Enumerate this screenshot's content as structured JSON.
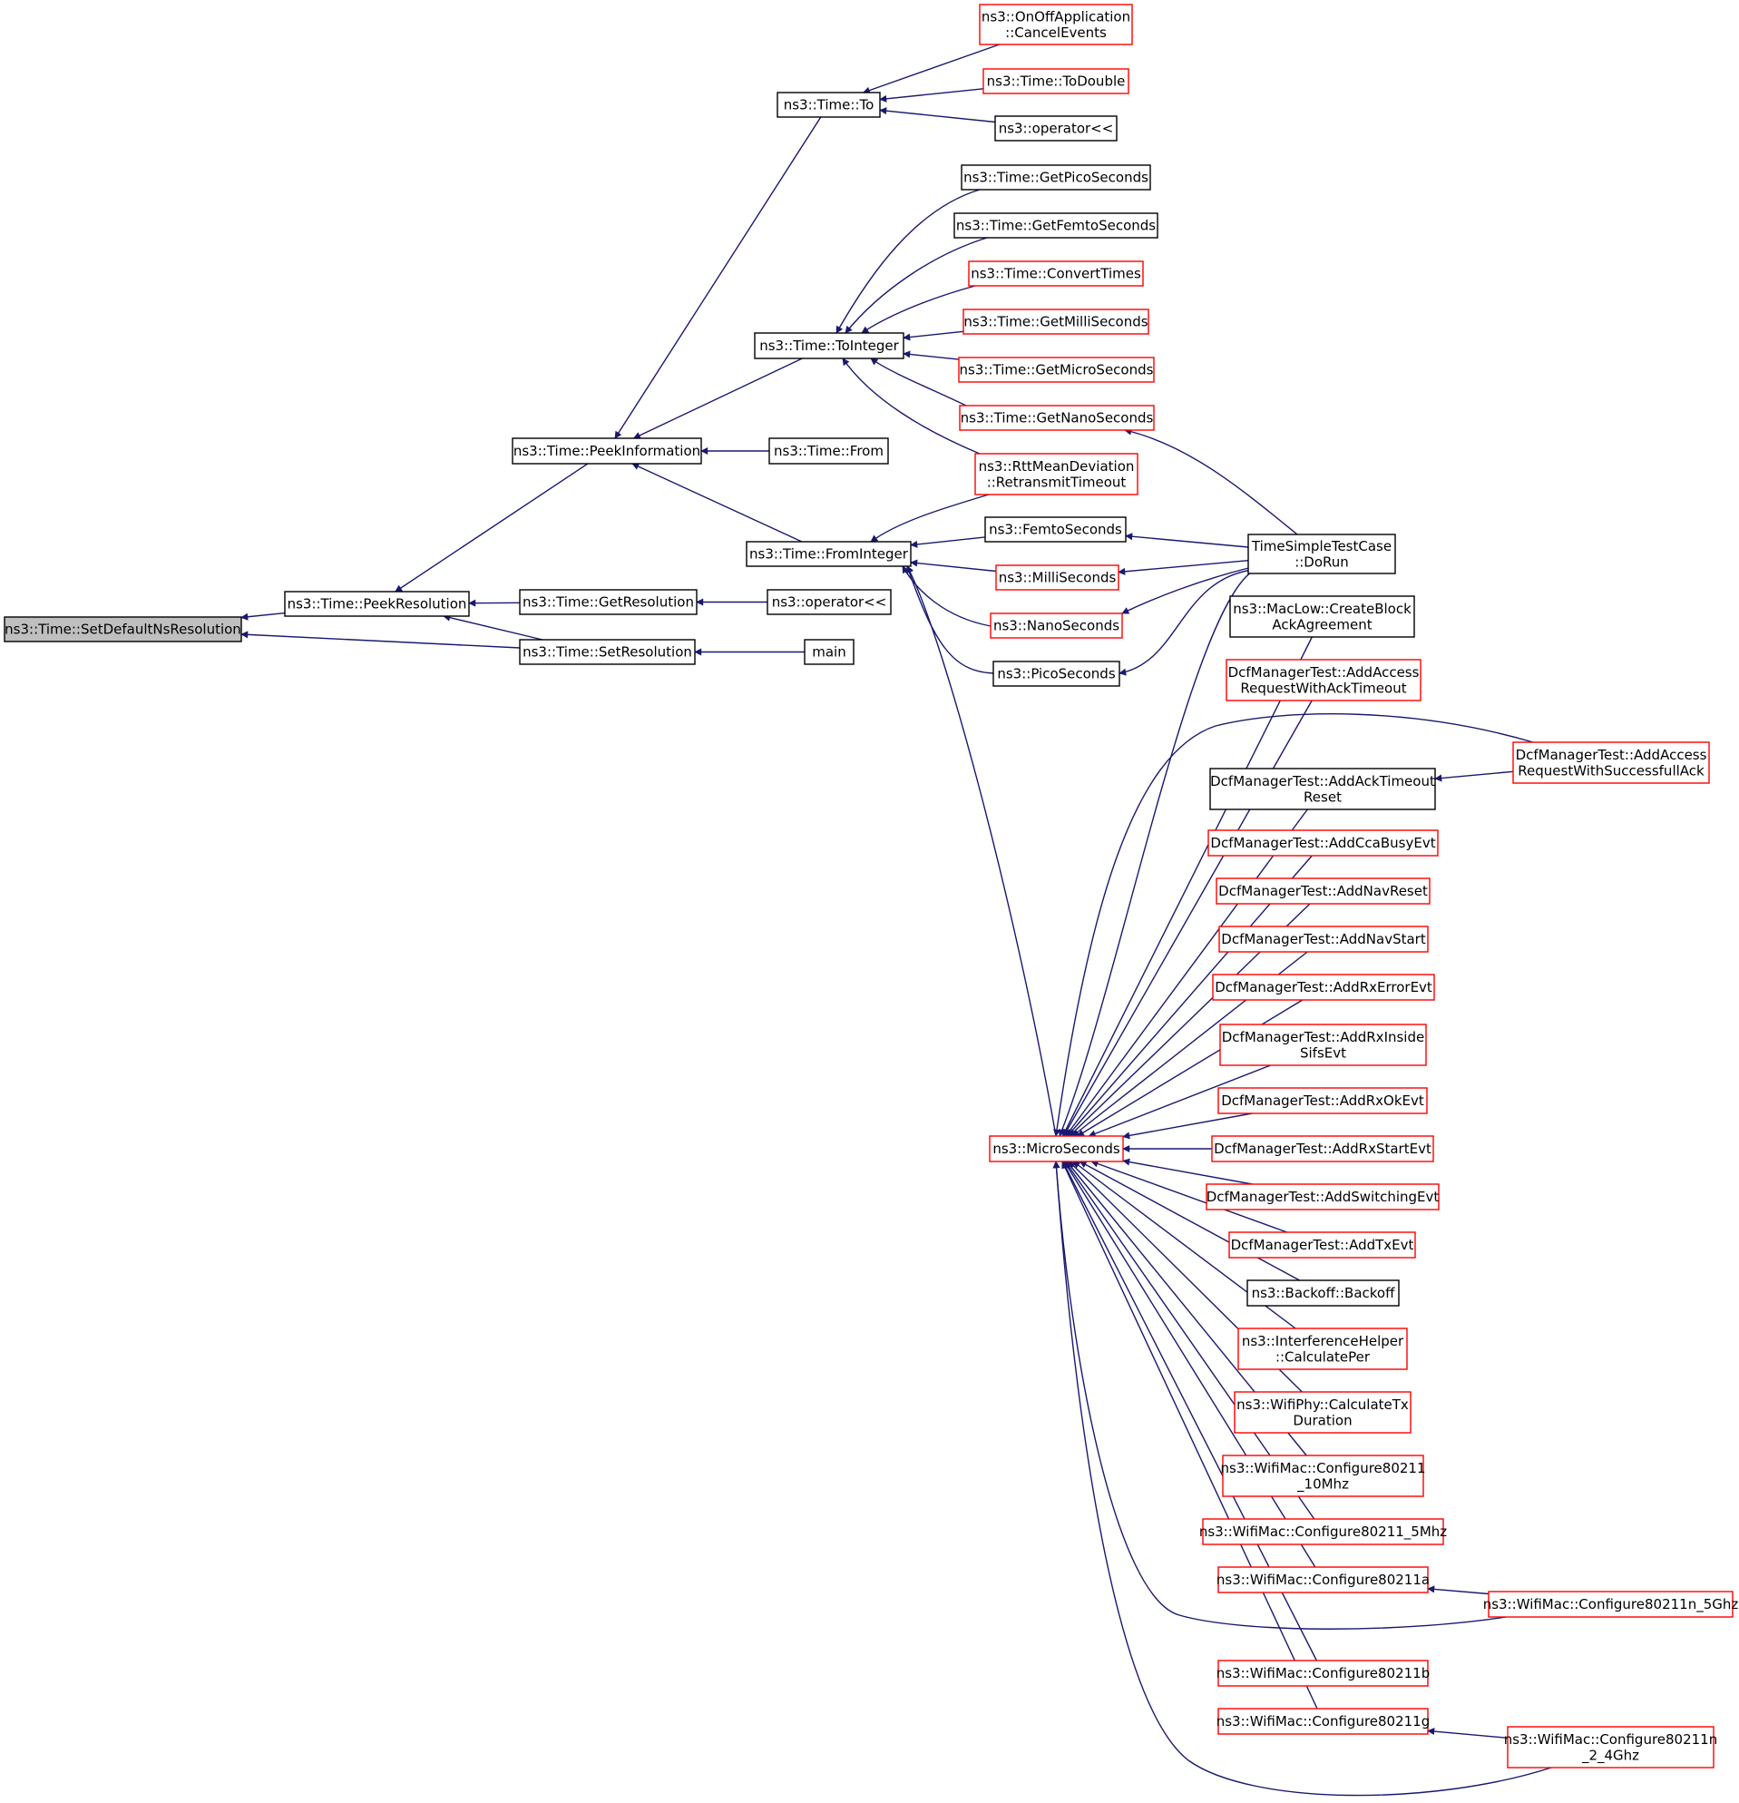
{
  "colors": {
    "edge": "#191970",
    "border_documented": "#000000",
    "border_undocumented": "#ff0000",
    "root_fill": "#bfbfbf",
    "node_fill": "#ffffff"
  },
  "nodes": {
    "root": {
      "lines": [
        "ns3::Time::SetDefaultNsResolution"
      ],
      "border": "black",
      "root": true
    },
    "peek_res": {
      "lines": [
        "ns3::Time::PeekResolution"
      ],
      "border": "black"
    },
    "get_res": {
      "lines": [
        "ns3::Time::GetResolution"
      ],
      "border": "black"
    },
    "set_res": {
      "lines": [
        "ns3::Time::SetResolution"
      ],
      "border": "black"
    },
    "op_shl_2": {
      "lines": [
        "ns3::operator<<"
      ],
      "border": "black"
    },
    "main": {
      "lines": [
        "main"
      ],
      "border": "black"
    },
    "peek_info": {
      "lines": [
        "ns3::Time::PeekInformation"
      ],
      "border": "black"
    },
    "from": {
      "lines": [
        "ns3::Time::From"
      ],
      "border": "black"
    },
    "to": {
      "lines": [
        "ns3::Time::To"
      ],
      "border": "black"
    },
    "to_integer": {
      "lines": [
        "ns3::Time::ToInteger"
      ],
      "border": "black"
    },
    "from_integer": {
      "lines": [
        "ns3::Time::FromInteger"
      ],
      "border": "black"
    },
    "onoff_cancel": {
      "lines": [
        "ns3::OnOffApplication",
        "::CancelEvents"
      ],
      "border": "red"
    },
    "to_double": {
      "lines": [
        "ns3::Time::ToDouble"
      ],
      "border": "red"
    },
    "op_shl_1": {
      "lines": [
        "ns3::operator<<"
      ],
      "border": "black"
    },
    "get_pico": {
      "lines": [
        "ns3::Time::GetPicoSeconds"
      ],
      "border": "black"
    },
    "get_femto": {
      "lines": [
        "ns3::Time::GetFemtoSeconds"
      ],
      "border": "black"
    },
    "convert_times": {
      "lines": [
        "ns3::Time::ConvertTimes"
      ],
      "border": "red"
    },
    "get_milli": {
      "lines": [
        "ns3::Time::GetMilliSeconds"
      ],
      "border": "red"
    },
    "get_micro": {
      "lines": [
        "ns3::Time::GetMicroSeconds"
      ],
      "border": "red"
    },
    "get_nano": {
      "lines": [
        "ns3::Time::GetNanoSeconds"
      ],
      "border": "red"
    },
    "rtt_mean": {
      "lines": [
        "ns3::RttMeanDeviation",
        "::RetransmitTimeout"
      ],
      "border": "red"
    },
    "femto_seconds": {
      "lines": [
        "ns3::FemtoSeconds"
      ],
      "border": "black"
    },
    "milli_seconds": {
      "lines": [
        "ns3::MilliSeconds"
      ],
      "border": "red"
    },
    "nano_seconds": {
      "lines": [
        "ns3::NanoSeconds"
      ],
      "border": "red"
    },
    "pico_seconds": {
      "lines": [
        "ns3::PicoSeconds"
      ],
      "border": "black"
    },
    "micro_seconds": {
      "lines": [
        "ns3::MicroSeconds"
      ],
      "border": "red"
    },
    "time_simple": {
      "lines": [
        "TimeSimpleTestCase",
        "::DoRun"
      ],
      "border": "black"
    },
    "maclow_cba": {
      "lines": [
        "ns3::MacLow::CreateBlock",
        "AckAgreement"
      ],
      "border": "black"
    },
    "dcf_add_access_timeout": {
      "lines": [
        "DcfManagerTest::AddAccess",
        "RequestWithAckTimeout"
      ],
      "border": "red"
    },
    "dcf_add_access_ack": {
      "lines": [
        "DcfManagerTest::AddAccess",
        "RequestWithSuccessfullAck"
      ],
      "border": "red"
    },
    "dcf_add_ack_timeout_reset": {
      "lines": [
        "DcfManagerTest::AddAckTimeout",
        "Reset"
      ],
      "border": "black"
    },
    "dcf_cca_busy": {
      "lines": [
        "DcfManagerTest::AddCcaBusyEvt"
      ],
      "border": "red"
    },
    "dcf_nav_reset": {
      "lines": [
        "DcfManagerTest::AddNavReset"
      ],
      "border": "red"
    },
    "dcf_nav_start": {
      "lines": [
        "DcfManagerTest::AddNavStart"
      ],
      "border": "red"
    },
    "dcf_rx_error": {
      "lines": [
        "DcfManagerTest::AddRxErrorEvt"
      ],
      "border": "red"
    },
    "dcf_rx_inside": {
      "lines": [
        "DcfManagerTest::AddRxInside",
        "SifsEvt"
      ],
      "border": "red"
    },
    "dcf_rx_ok": {
      "lines": [
        "DcfManagerTest::AddRxOkEvt"
      ],
      "border": "red"
    },
    "dcf_rx_start": {
      "lines": [
        "DcfManagerTest::AddRxStartEvt"
      ],
      "border": "red"
    },
    "dcf_switching": {
      "lines": [
        "DcfManagerTest::AddSwitchingEvt"
      ],
      "border": "red"
    },
    "dcf_tx": {
      "lines": [
        "DcfManagerTest::AddTxEvt"
      ],
      "border": "red"
    },
    "backoff": {
      "lines": [
        "ns3::Backoff::Backoff"
      ],
      "border": "black"
    },
    "interference_per": {
      "lines": [
        "ns3::InterferenceHelper",
        "::CalculatePer"
      ],
      "border": "red"
    },
    "wifiphy_tx": {
      "lines": [
        "ns3::WifiPhy::CalculateTx",
        "Duration"
      ],
      "border": "red"
    },
    "wifimac_10mhz": {
      "lines": [
        "ns3::WifiMac::Configure80211",
        "_10Mhz"
      ],
      "border": "red"
    },
    "wifimac_5mhz": {
      "lines": [
        "ns3::WifiMac::Configure80211_5Mhz"
      ],
      "border": "red"
    },
    "wifimac_a": {
      "lines": [
        "ns3::WifiMac::Configure80211a"
      ],
      "border": "red"
    },
    "wifimac_n5": {
      "lines": [
        "ns3::WifiMac::Configure80211n_5Ghz"
      ],
      "border": "red"
    },
    "wifimac_b": {
      "lines": [
        "ns3::WifiMac::Configure80211b"
      ],
      "border": "red"
    },
    "wifimac_g": {
      "lines": [
        "ns3::WifiMac::Configure80211g"
      ],
      "border": "red"
    },
    "wifimac_n24": {
      "lines": [
        "ns3::WifiMac::Configure80211n",
        "_2_4Ghz"
      ],
      "border": "red"
    }
  },
  "edges": [
    [
      "peek_res",
      "root"
    ],
    [
      "set_res",
      "root"
    ],
    [
      "get_res",
      "peek_res"
    ],
    [
      "set_res",
      "peek_res"
    ],
    [
      "peek_info",
      "peek_res"
    ],
    [
      "op_shl_2",
      "get_res"
    ],
    [
      "main",
      "set_res"
    ],
    [
      "to",
      "peek_info"
    ],
    [
      "to_integer",
      "peek_info"
    ],
    [
      "from",
      "peek_info"
    ],
    [
      "from_integer",
      "peek_info"
    ],
    [
      "onoff_cancel",
      "to"
    ],
    [
      "to_double",
      "to"
    ],
    [
      "op_shl_1",
      "to"
    ],
    [
      "get_pico",
      "to_integer"
    ],
    [
      "get_femto",
      "to_integer"
    ],
    [
      "convert_times",
      "to_integer"
    ],
    [
      "get_milli",
      "to_integer"
    ],
    [
      "get_micro",
      "to_integer"
    ],
    [
      "get_nano",
      "to_integer"
    ],
    [
      "rtt_mean",
      "to_integer"
    ],
    [
      "rtt_mean",
      "from_integer"
    ],
    [
      "femto_seconds",
      "from_integer"
    ],
    [
      "milli_seconds",
      "from_integer"
    ],
    [
      "nano_seconds",
      "from_integer"
    ],
    [
      "pico_seconds",
      "from_integer"
    ],
    [
      "micro_seconds",
      "from_integer"
    ],
    [
      "time_simple",
      "get_nano"
    ],
    [
      "time_simple",
      "femto_seconds"
    ],
    [
      "time_simple",
      "milli_seconds"
    ],
    [
      "time_simple",
      "nano_seconds"
    ],
    [
      "time_simple",
      "pico_seconds"
    ],
    [
      "time_simple",
      "micro_seconds"
    ],
    [
      "maclow_cba",
      "micro_seconds"
    ],
    [
      "dcf_add_access_timeout",
      "micro_seconds"
    ],
    [
      "dcf_add_access_ack",
      "micro_seconds"
    ],
    [
      "dcf_add_ack_timeout_reset",
      "micro_seconds"
    ],
    [
      "dcf_cca_busy",
      "micro_seconds"
    ],
    [
      "dcf_nav_reset",
      "micro_seconds"
    ],
    [
      "dcf_nav_start",
      "micro_seconds"
    ],
    [
      "dcf_rx_error",
      "micro_seconds"
    ],
    [
      "dcf_rx_inside",
      "micro_seconds"
    ],
    [
      "dcf_rx_ok",
      "micro_seconds"
    ],
    [
      "dcf_rx_start",
      "micro_seconds"
    ],
    [
      "dcf_switching",
      "micro_seconds"
    ],
    [
      "dcf_tx",
      "micro_seconds"
    ],
    [
      "backoff",
      "micro_seconds"
    ],
    [
      "interference_per",
      "micro_seconds"
    ],
    [
      "wifiphy_tx",
      "micro_seconds"
    ],
    [
      "wifimac_10mhz",
      "micro_seconds"
    ],
    [
      "wifimac_5mhz",
      "micro_seconds"
    ],
    [
      "wifimac_a",
      "micro_seconds"
    ],
    [
      "wifimac_n5",
      "micro_seconds"
    ],
    [
      "wifimac_b",
      "micro_seconds"
    ],
    [
      "wifimac_g",
      "micro_seconds"
    ],
    [
      "wifimac_n24",
      "micro_seconds"
    ],
    [
      "dcf_add_access_ack",
      "dcf_add_ack_timeout_reset"
    ],
    [
      "wifimac_n5",
      "wifimac_a"
    ],
    [
      "wifimac_n24",
      "wifimac_g"
    ]
  ]
}
